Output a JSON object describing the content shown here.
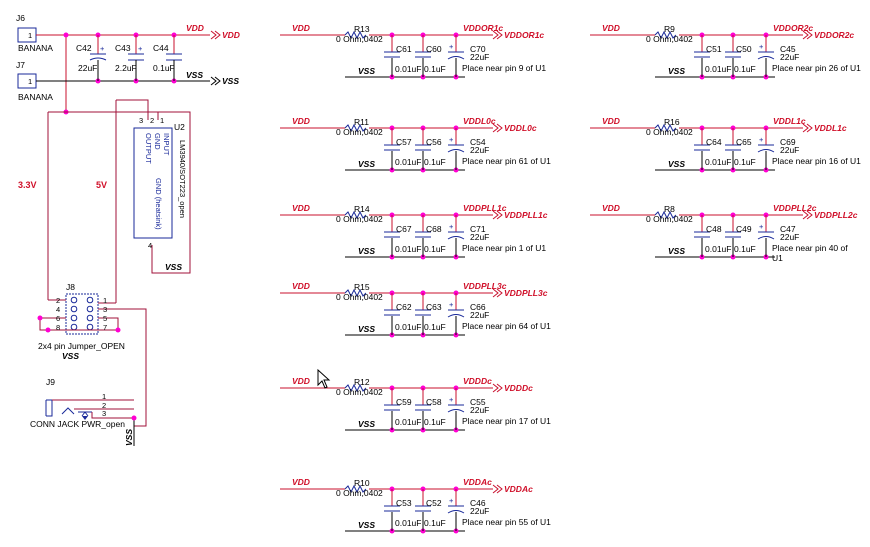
{
  "nets": {
    "vdd": "VDD",
    "vss": "VSS",
    "v33": "3.3V",
    "v5": "5V"
  },
  "connectors": {
    "j6": {
      "ref": "J6",
      "pin": "1",
      "name": "BANANA"
    },
    "j7": {
      "ref": "J7",
      "pin": "1",
      "name": "BANANA"
    },
    "j8": {
      "ref": "J8",
      "name": "2x4 pin Jumper_OPEN",
      "pins_left": [
        "2",
        "4",
        "6",
        "8"
      ],
      "pins_right": [
        "1",
        "3",
        "5",
        "7"
      ]
    },
    "j9": {
      "ref": "J9",
      "name": "CONN JACK PWR_open",
      "pins": [
        "1",
        "2",
        "3"
      ]
    }
  },
  "input_caps": [
    {
      "ref": "C42",
      "value": "22uF"
    },
    {
      "ref": "C43",
      "value": "2.2uF"
    },
    {
      "ref": "C44",
      "value": "0.1uF"
    }
  ],
  "regulator": {
    "ref": "U2",
    "part": "LM3940/SOT223_open",
    "pins": [
      "OUTPUT",
      "GND",
      "INPUT"
    ],
    "pin_numbers": [
      "3",
      "2",
      "1",
      "4"
    ],
    "heatsink": "GND (heatsink)"
  },
  "resistor_value": "0 Ohm,0402",
  "place_prefix": "Place near pin",
  "place_suffix": "of U1",
  "filters": [
    {
      "res": "R13",
      "out": "VDDOR1c",
      "c1": "C61",
      "c1v": "0.01uF",
      "c2": "C60",
      "c2v": "0.1uF",
      "c3": "C70",
      "c3v": "22uF",
      "note": "Place near pin 9 of U1"
    },
    {
      "res": "R9",
      "out": "VDDOR2c",
      "c1": "C51",
      "c1v": "0.01uF",
      "c2": "C50",
      "c2v": "0.1uF",
      "c3": "C45",
      "c3v": "22uF",
      "note": "Place near pin 26 of U1"
    },
    {
      "res": "R11",
      "out": "VDDL0c",
      "c1": "C57",
      "c1v": "0.01uF",
      "c2": "C56",
      "c2v": "0.1uF",
      "c3": "C54",
      "c3v": "22uF",
      "note": "Place near pin 61 of U1"
    },
    {
      "res": "R16",
      "out": "VDDL1c",
      "c1": "C64",
      "c1v": "0.01uF",
      "c2": "C65",
      "c2v": "0.1uF",
      "c3": "C69",
      "c3v": "22uF",
      "note": "Place near pin 16 of U1"
    },
    {
      "res": "R14",
      "out": "VDDPLL1c",
      "c1": "C67",
      "c1v": "0.01uF",
      "c2": "C68",
      "c2v": "0.1uF",
      "c3": "C71",
      "c3v": "22uF",
      "note": "Place near pin 1 of U1"
    },
    {
      "res": "R8",
      "out": "VDDPLL2c",
      "c1": "C48",
      "c1v": "0.01uF",
      "c2": "C49",
      "c2v": "0.1uF",
      "c3": "C47",
      "c3v": "22uF",
      "note": "Place near pin 40 of",
      "note2": "U1"
    },
    {
      "res": "R15",
      "out": "VDDPLL3c",
      "c1": "C62",
      "c1v": "0.01uF",
      "c2": "C63",
      "c2v": "0.1uF",
      "c3": "C66",
      "c3v": "22uF",
      "note": "Place near pin 64 of U1"
    },
    {
      "res": "R12",
      "out": "VDDDc",
      "c1": "C59",
      "c1v": "0.01uF",
      "c2": "C58",
      "c2v": "0.1uF",
      "c3": "C55",
      "c3v": "22uF",
      "note": "Place near pin 17 of U1"
    },
    {
      "res": "R10",
      "out": "VDDAc",
      "c1": "C53",
      "c1v": "0.01uF",
      "c2": "C52",
      "c2v": "0.1uF",
      "c3": "C46",
      "c3v": "22uF",
      "note": "Place near pin 55 of U1"
    }
  ]
}
